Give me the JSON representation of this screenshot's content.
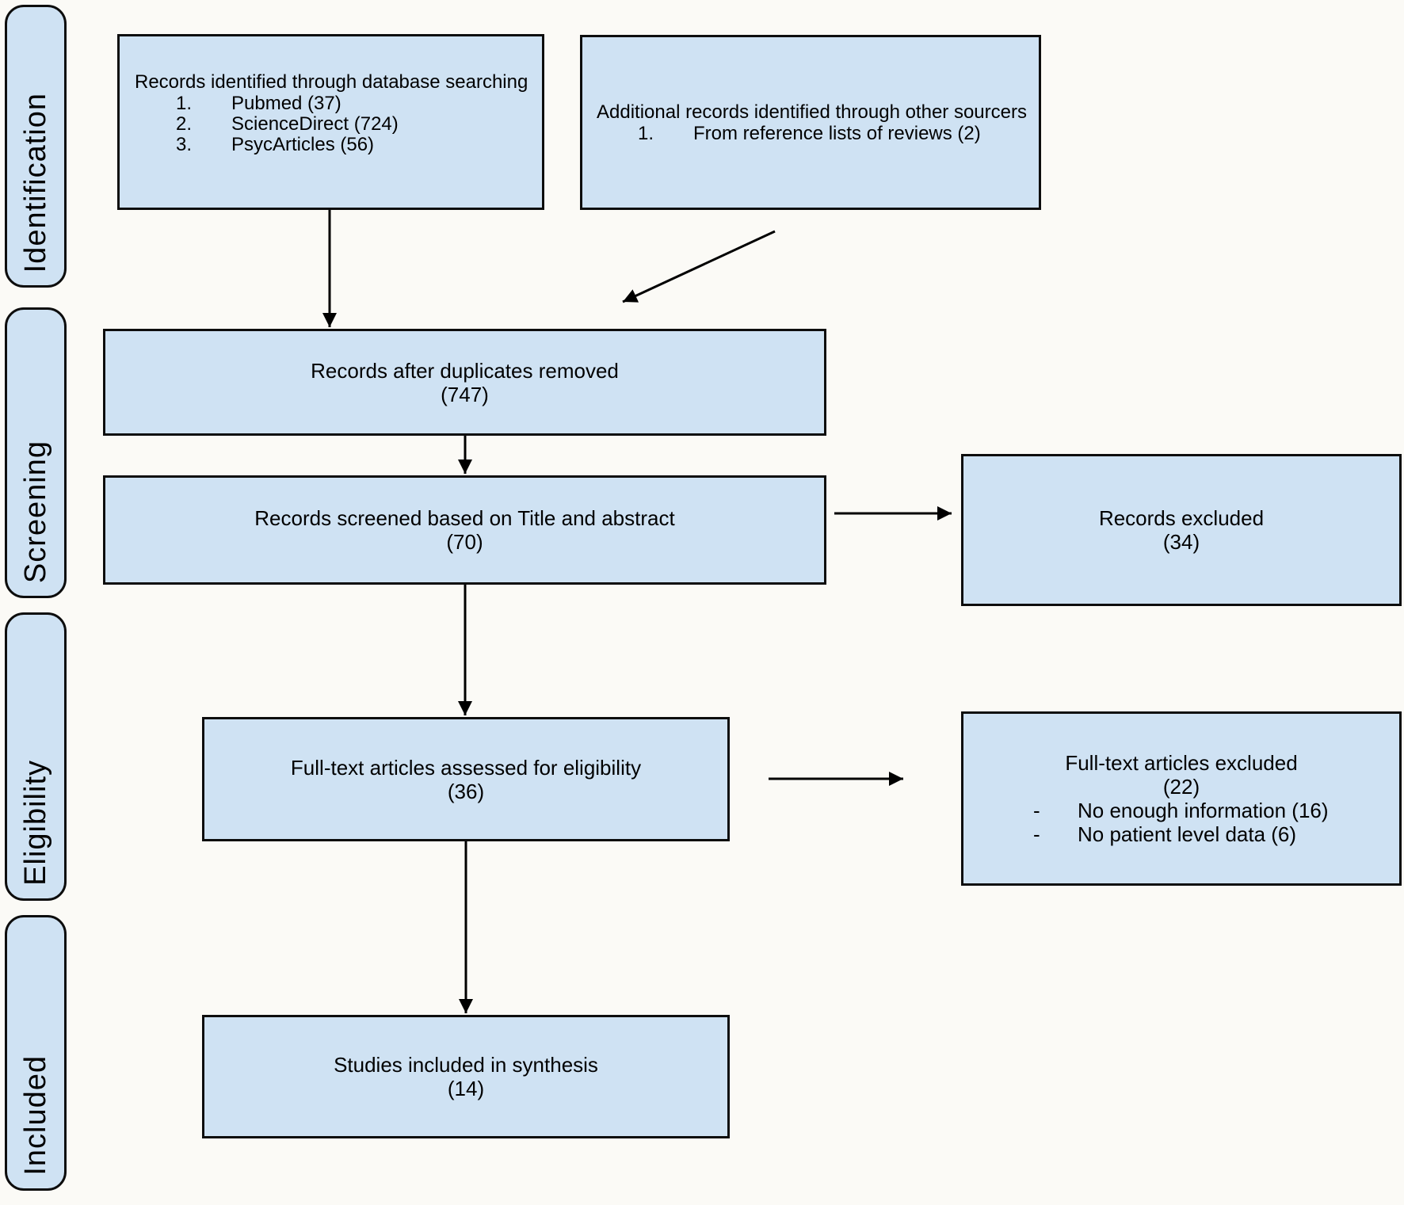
{
  "diagram": {
    "stages": [
      {
        "label": "Identification"
      },
      {
        "label": "Screening"
      },
      {
        "label": "Eligibility"
      },
      {
        "label": "Included"
      }
    ],
    "boxes": {
      "identified": {
        "title": "Records identified through database searching",
        "items": [
          {
            "num": "1.",
            "text": "Pubmed (37)"
          },
          {
            "num": "2.",
            "text": "ScienceDirect (724)"
          },
          {
            "num": "3.",
            "text": "PsycArticles (56)"
          }
        ]
      },
      "additional": {
        "title": "Additional records identified through other sourcers",
        "items": [
          {
            "num": "1.",
            "text": "From reference lists of reviews (2)"
          }
        ]
      },
      "duplicates": {
        "line1": "Records after duplicates removed",
        "line2": "(747)"
      },
      "screened": {
        "line1": "Records screened based on Title and abstract",
        "line2": "(70)"
      },
      "records_excluded": {
        "line1": "Records excluded",
        "line2": "(34)"
      },
      "assessed": {
        "line1": "Full-text articles assessed for eligibility",
        "line2": "(36)"
      },
      "fulltext_excluded": {
        "line1": "Full-text articles excluded",
        "line2": "(22)",
        "items": [
          {
            "num": "-",
            "text": "No enough information (16)"
          },
          {
            "num": "-",
            "text": "No patient level data (6)"
          }
        ]
      },
      "included": {
        "line1": "Studies included in synthesis",
        "line2": "(14)"
      }
    },
    "colors": {
      "box_fill": "#cfe2f3",
      "box_border": "#0d0d0d",
      "background": "#fbfaf6",
      "arrow": "#000000"
    }
  }
}
